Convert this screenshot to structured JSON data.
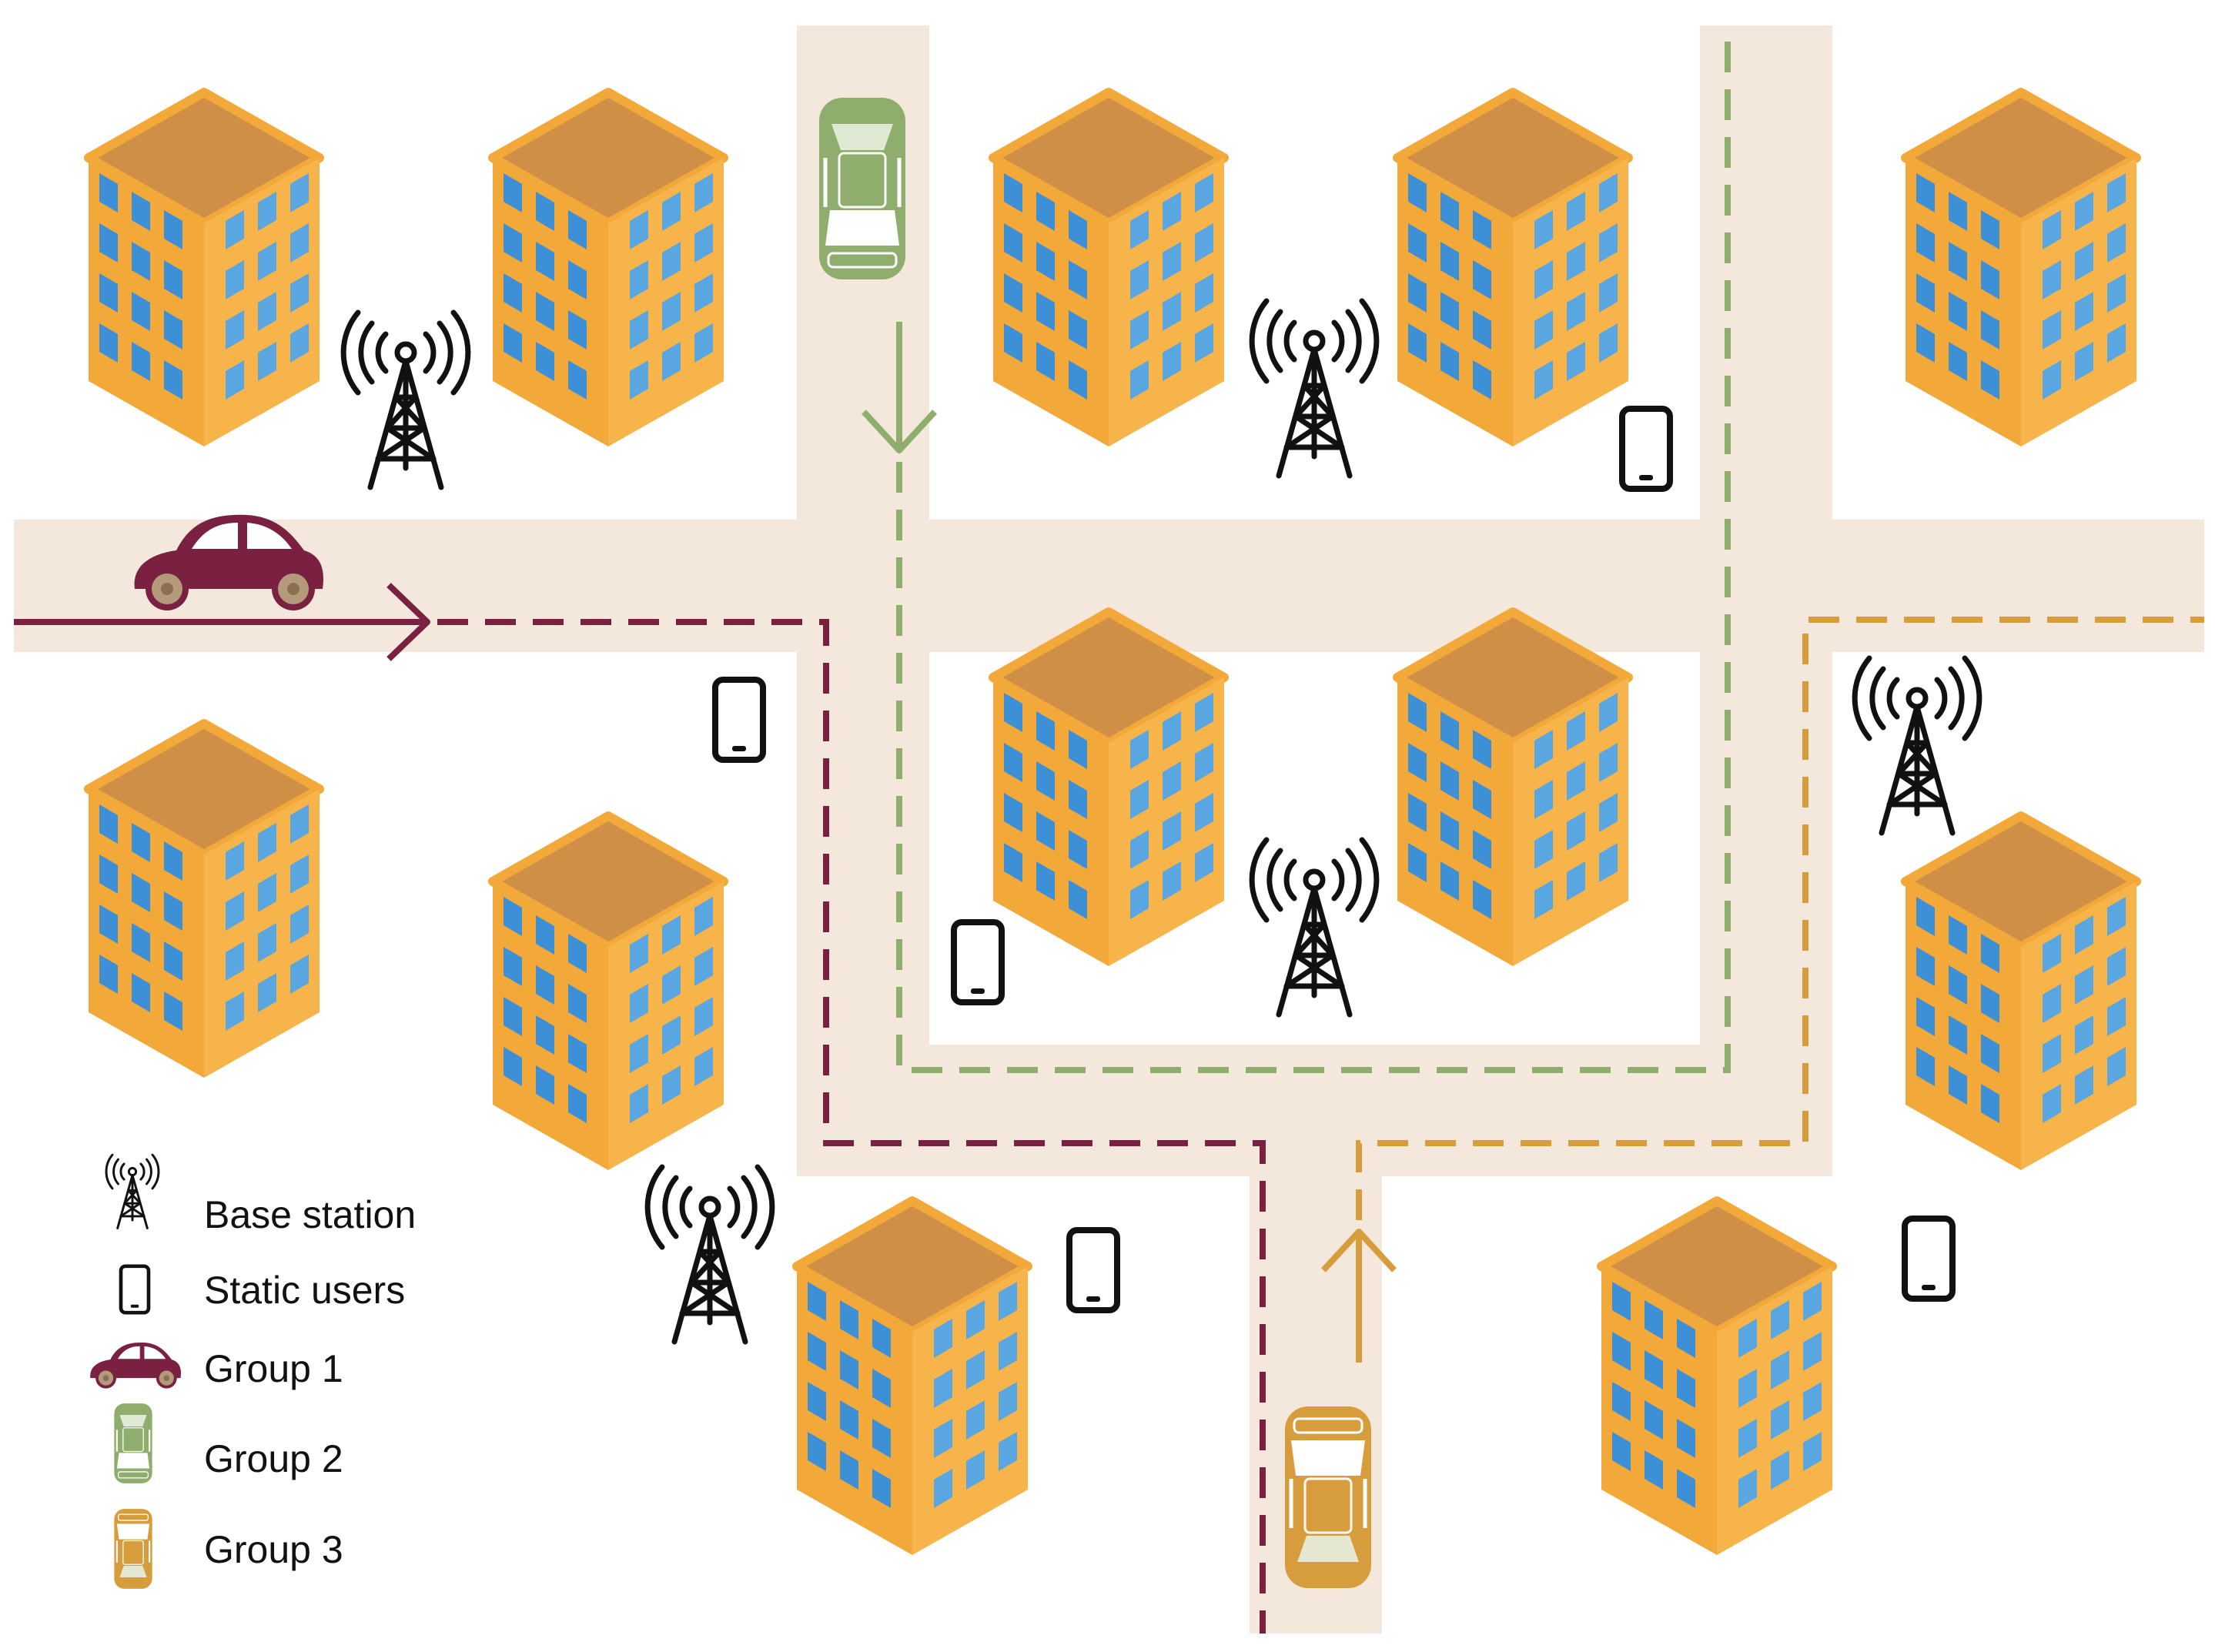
{
  "legend": {
    "base_station": "Base station",
    "static_users": "Static users",
    "group1": "Group 1",
    "group2": "Group 2",
    "group3": "Group 3"
  },
  "colors": {
    "road": "#f4e8dc",
    "group1": "#7a2040",
    "group2": "#8fad6c",
    "group3": "#d79c3c",
    "building_roof": "#cf8f46",
    "building_wall": "#f3a93a",
    "window_left": "#3d8fd6",
    "window_right": "#5aa6e0"
  },
  "icons": {
    "base_station": "cell-tower-icon",
    "static_user": "smartphone-icon",
    "group1": "sedan-car-icon",
    "group2": "car-top-view-icon",
    "group3": "car-top-view-icon",
    "building": "office-building-icon"
  }
}
